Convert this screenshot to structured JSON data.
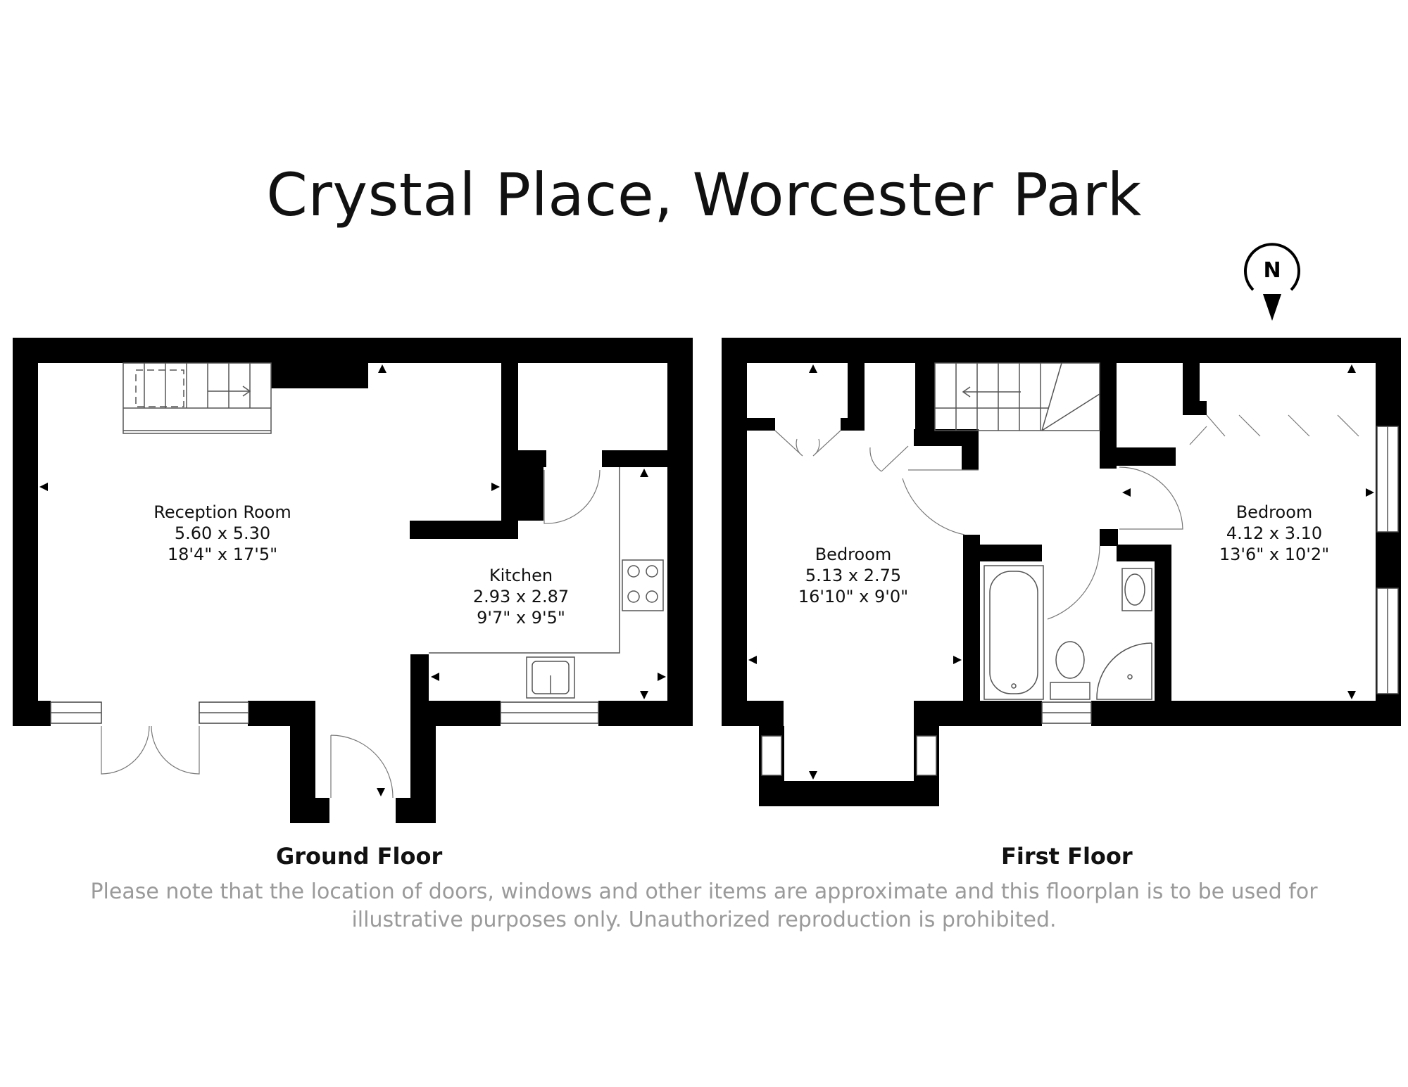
{
  "title": "Crystal Place, Worcester Park",
  "compass": {
    "label": "N"
  },
  "floors": [
    {
      "label": "Ground Floor",
      "rooms": [
        {
          "name": "Reception Room",
          "metric": "5.60 x 5.30",
          "imperial": "18'4\" x 17'5\""
        },
        {
          "name": "Kitchen",
          "metric": "2.93 x 2.87",
          "imperial": "9'7\" x 9'5\""
        }
      ]
    },
    {
      "label": "First Floor",
      "rooms": [
        {
          "name": "Bedroom",
          "metric": "5.13 x 2.75",
          "imperial": "16'10\" x 9'0\""
        },
        {
          "name": "Bedroom",
          "metric": "4.12 x 3.10",
          "imperial": "13'6\" x 10'2\""
        }
      ]
    }
  ],
  "disclaimer": "Please note that the location of doors, windows and other items are approximate and this floorplan is to be used for illustrative purposes only. Unauthorized reproduction is prohibited."
}
